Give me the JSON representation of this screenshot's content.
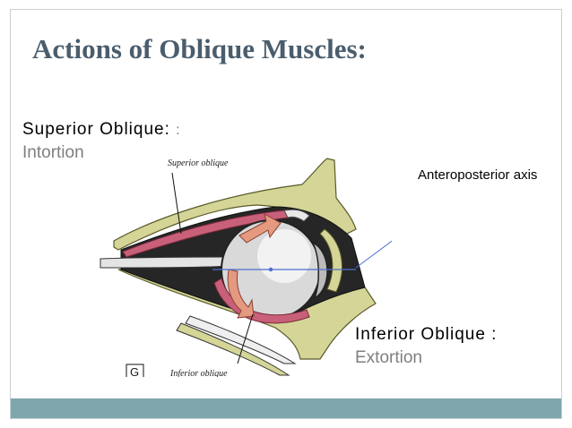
{
  "slide": {
    "title": "Actions of Oblique Muscles:"
  },
  "superior": {
    "heading": "Superior Oblique:",
    "extra_colon": ":",
    "action": "Intortion"
  },
  "inferior": {
    "heading": "Inferior  Oblique :",
    "action": "Extortion"
  },
  "axis": {
    "label": "Anteroposterior axis"
  },
  "figure": {
    "superior_label": "Superior oblique",
    "inferior_label": "Inferior oblique",
    "panel_letter": "G"
  },
  "colors": {
    "title": "#4a5d6d",
    "footer": "#7fa6ad",
    "axis_line": "#4a6fd0",
    "muscle": "#c9607a",
    "orbit": "#cfcf8a"
  }
}
